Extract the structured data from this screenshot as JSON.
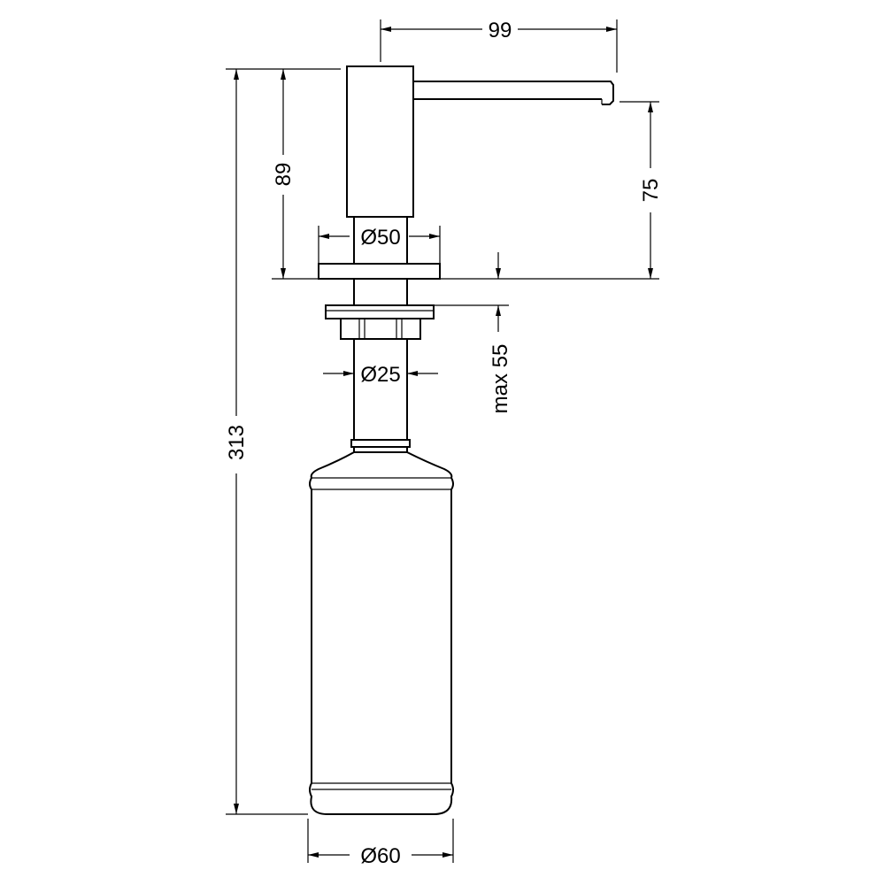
{
  "dimensions": {
    "spout_reach": "99",
    "body_height": "89",
    "spout_height": "75",
    "body_diameter": "Ø50",
    "shank_diameter": "Ø25",
    "max_countertop": "max 55",
    "total_height": "313",
    "bottle_diameter": "Ø60"
  }
}
